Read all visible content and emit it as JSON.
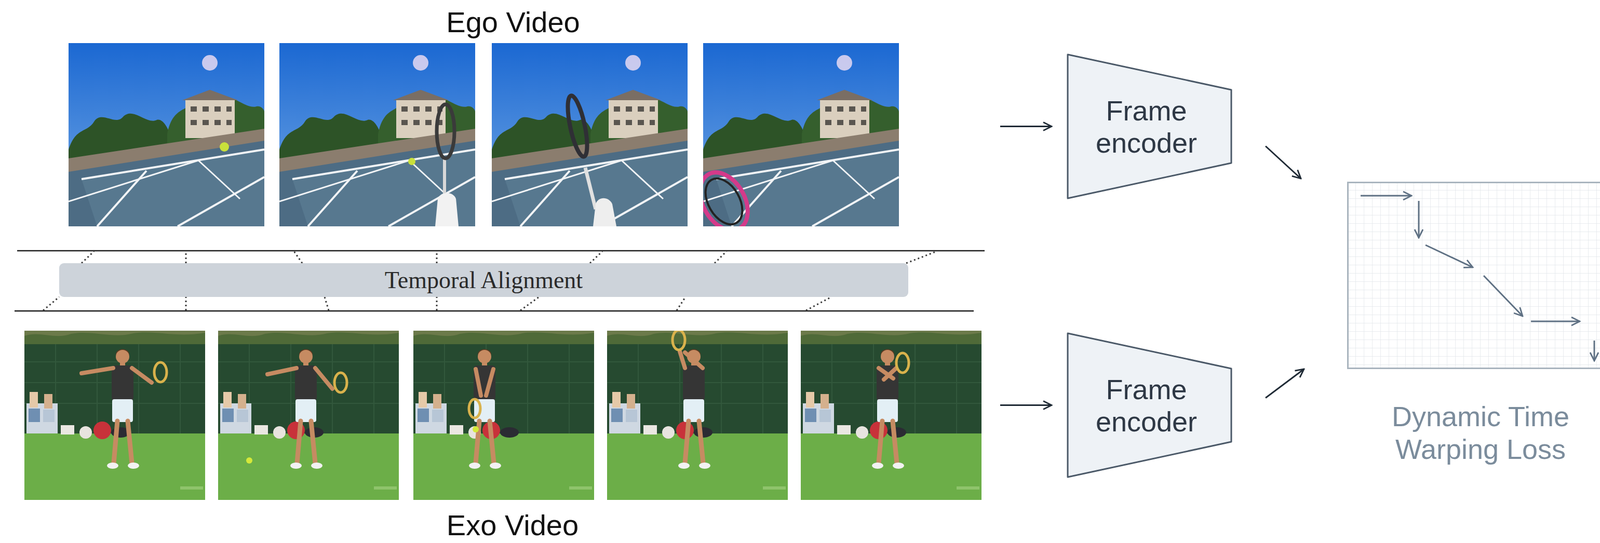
{
  "diagram": {
    "nodes": [
      {
        "text": [
          "Ego Video"
        ]
      },
      {
        "text": [
          "Temporal Alignment"
        ]
      },
      {
        "text": [
          "Exo Video"
        ]
      },
      {
        "text": [
          "Frame encoder"
        ]
      },
      {
        "text": [
          "Frame encoder"
        ]
      },
      {
        "text": [
          "Dynamic Time Warping Loss"
        ]
      }
    ],
    "edges": [
      {
        "from": 0,
        "to": 3,
        "arrow": "to"
      },
      {
        "from": 2,
        "to": 4,
        "arrow": "to"
      },
      {
        "from": 3,
        "to": 5,
        "arrow": "to"
      },
      {
        "from": 4,
        "to": 5,
        "arrow": "to"
      }
    ]
  }
}
